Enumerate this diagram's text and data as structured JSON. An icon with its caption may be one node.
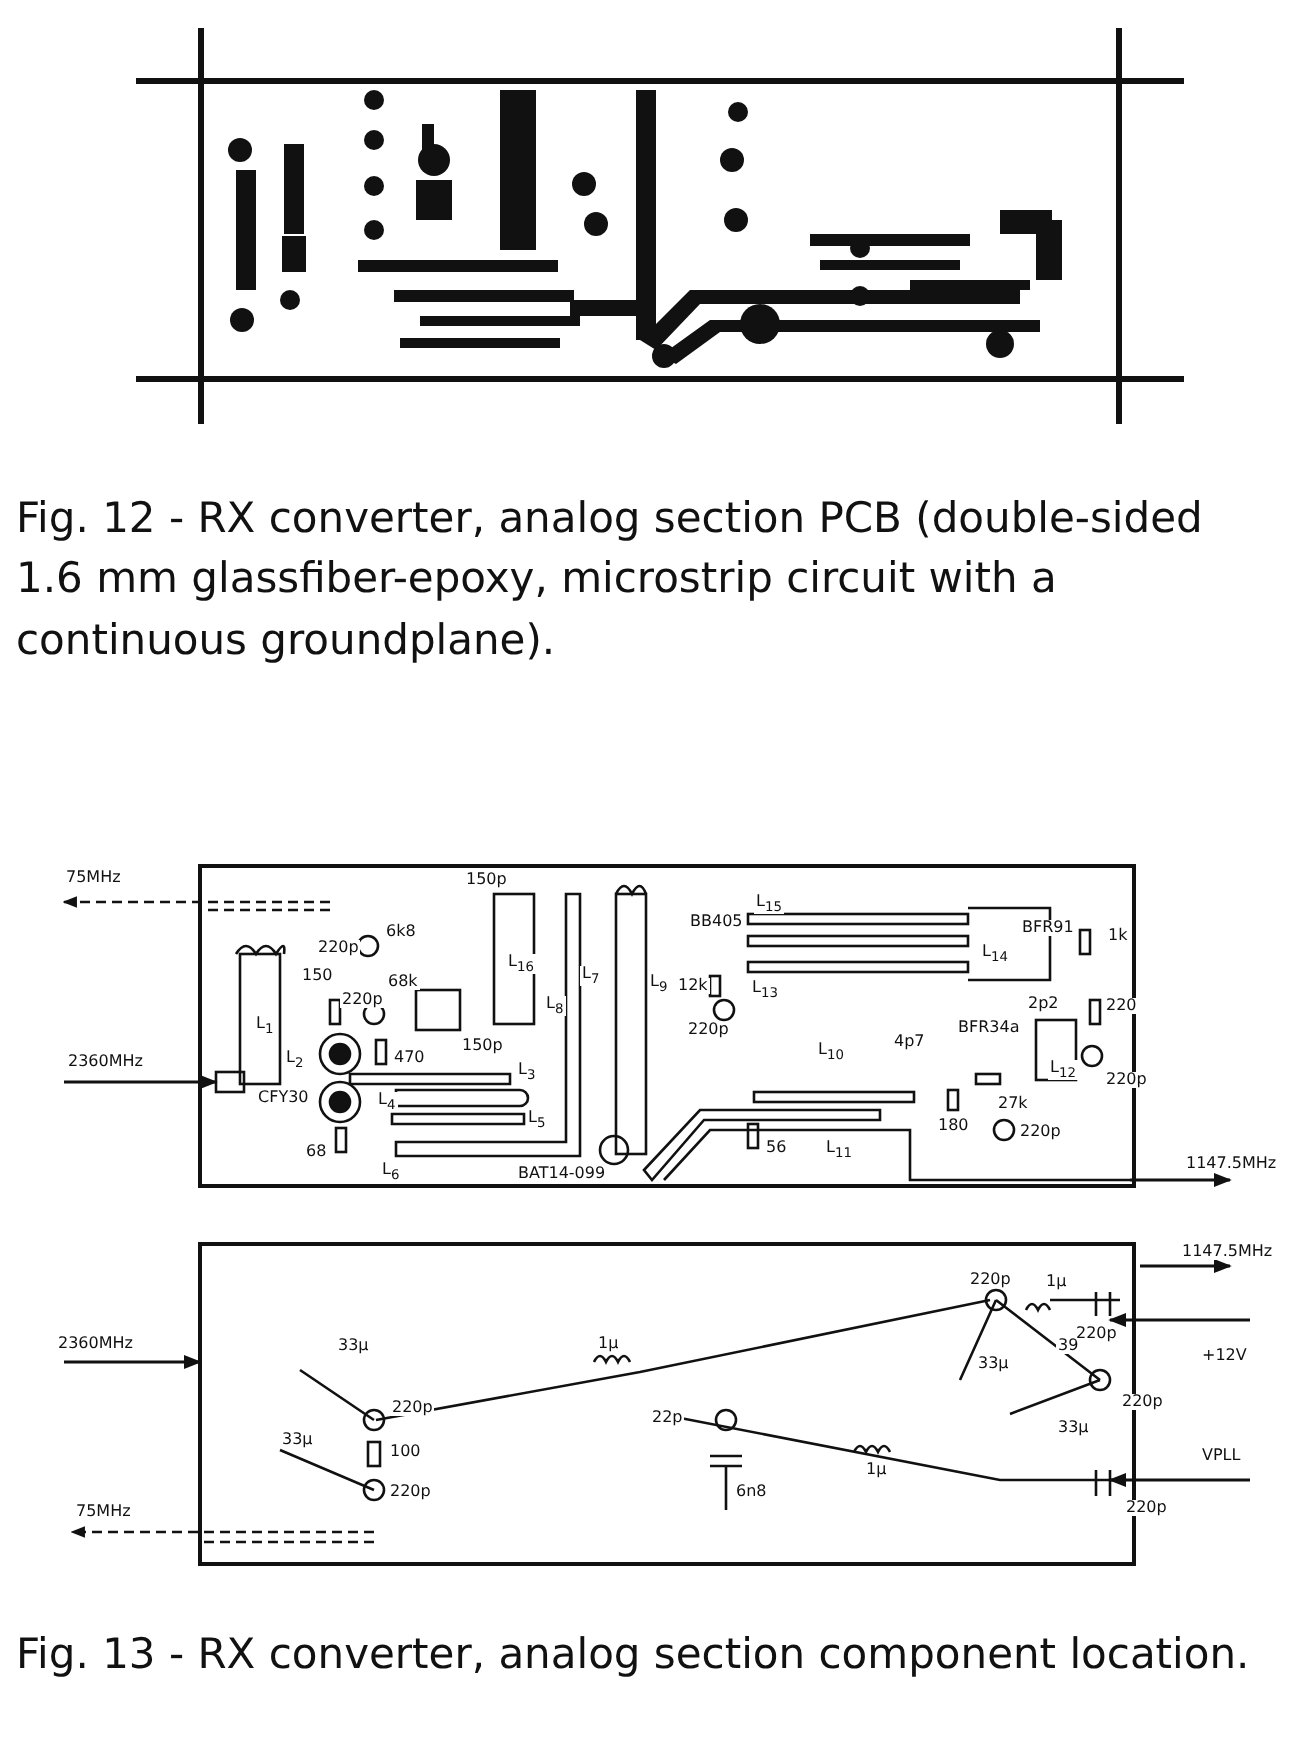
{
  "diagram": {
    "labels": [
      "Fig. 12 - RX converter, analog section PCB (double-sided 1.6 mm glassfiber-epoxy, microstrip circuit with a continuous groundplane).",
      "75MHz",
      "150p",
      "6k8",
      "220p",
      "L$_{16}$",
      "L$_{7}$",
      "L$_{9}$",
      "150",
      "220p",
      "68k",
      "L$_{8}$",
      "L$_{1}$",
      "150p",
      "L$_{2}$",
      "470",
      "2360MHz",
      "L$_{3}$",
      "L$_{4}$",
      "CFY30",
      "L$_{5}$",
      "68",
      "L$_{6}$",
      "BAT14-099",
      "BB405",
      "L$_{15}$",
      "BFR91",
      "1k",
      "L$_{14}$",
      "12k",
      "L$_{13}$",
      "2p2",
      "220",
      "220p",
      "4p7",
      "BFR34a",
      "L$_{10}$",
      "L$_{12}$",
      "220p",
      "27k",
      "56",
      "L$_{11}$",
      "180",
      "220p",
      "1147.5MHz",
      "1147.5MHz",
      "220p",
      "1µ",
      "220p",
      "39",
      "2360MHz",
      "33µ",
      "1µ",
      "220p",
      "+12V",
      "33µ",
      "220p",
      "33µ",
      "22p",
      "33µ",
      "VPLL",
      "100",
      "1µ",
      "6n8",
      "220p",
      "75MHz",
      "220p",
      "Fig. 13 - RX converter, analog section component location."
    ]
  }
}
